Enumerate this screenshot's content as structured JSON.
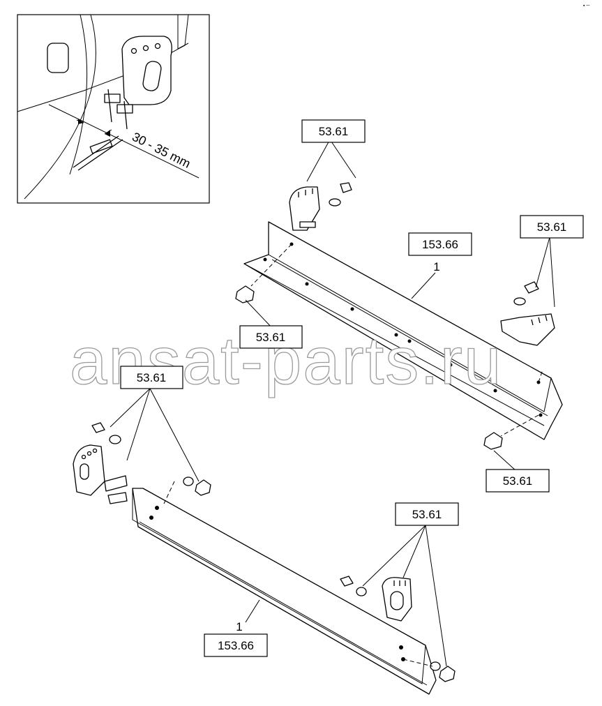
{
  "detail": {
    "dimension_label": "30 - 35 mm"
  },
  "callouts": {
    "upper_bracket_left": "53.61",
    "upper_bracket_right": "53.61",
    "upper_beam_ref": "153.66",
    "upper_beam_item": "1",
    "upper_nut_left": "53.61",
    "upper_nut_right": "53.61",
    "lower_bracket_left": "53.61",
    "lower_bracket_right": "53.61",
    "lower_beam_ref": "153.66",
    "lower_beam_item": "1"
  },
  "watermark": "ansat-parts.ru"
}
